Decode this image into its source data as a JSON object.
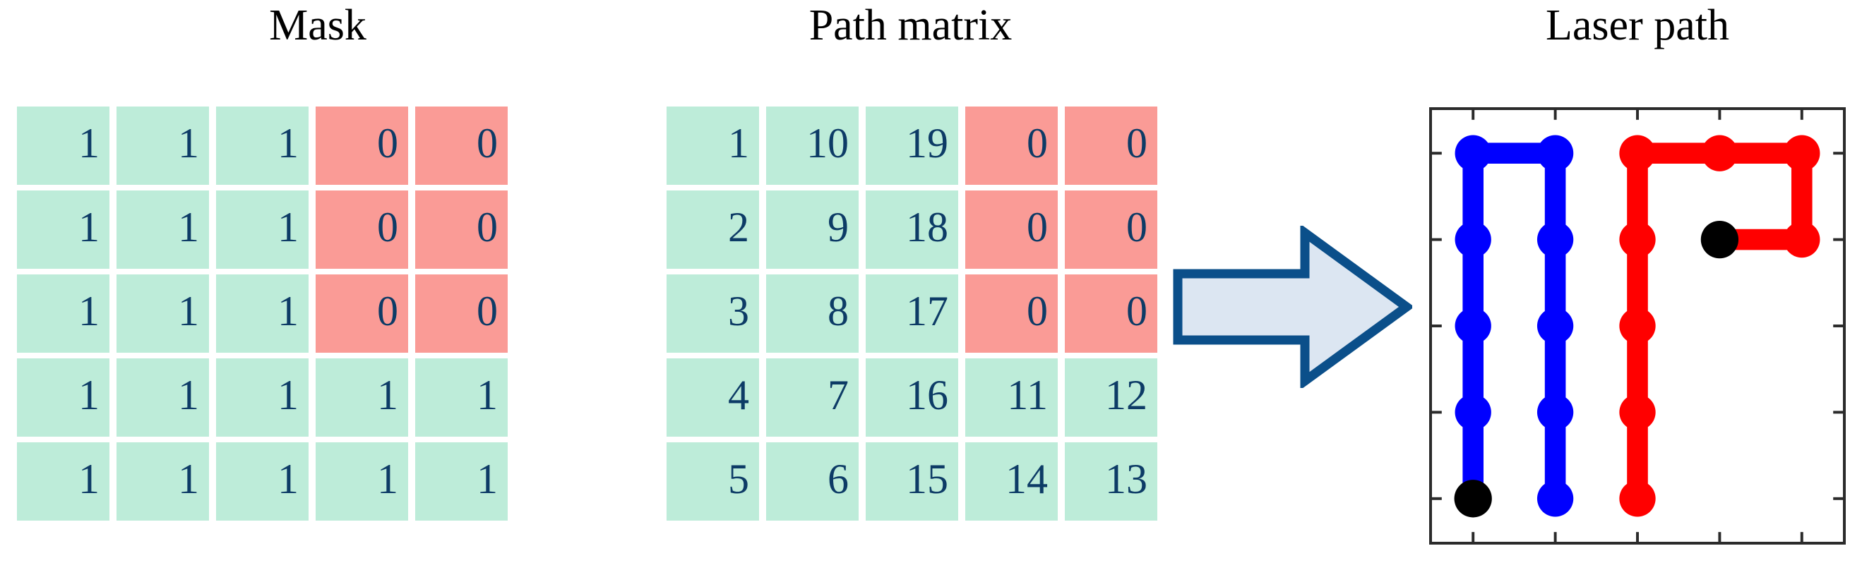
{
  "panels": {
    "mask": {
      "title": "Mask"
    },
    "path": {
      "title": "Path matrix"
    },
    "laser": {
      "title": "Laser path"
    }
  },
  "colors": {
    "cell_green": "#bdecd9",
    "cell_red": "#fa9b96",
    "cell_text": "#0d3b66",
    "title_text": "#000000",
    "arrow_fill": "#dce6f2",
    "arrow_stroke": "#0b4f8a",
    "laser_blue": "#0000ff",
    "laser_red": "#ff0000",
    "laser_black": "#000000",
    "axes_line": "#2b2b2b"
  },
  "arrow": {
    "icon": "right-arrow-icon",
    "direction": "right"
  },
  "chart_data": {
    "type": "table",
    "title": "Mask / Path matrix / Laser path",
    "grids": [
      {
        "name": "Mask",
        "rows": 5,
        "cols": 5,
        "values": [
          [
            1,
            1,
            1,
            0,
            0
          ],
          [
            1,
            1,
            1,
            0,
            0
          ],
          [
            1,
            1,
            1,
            0,
            0
          ],
          [
            1,
            1,
            1,
            1,
            1
          ],
          [
            1,
            1,
            1,
            1,
            1
          ]
        ],
        "cell_states": [
          [
            "g",
            "g",
            "g",
            "r",
            "r"
          ],
          [
            "g",
            "g",
            "g",
            "r",
            "r"
          ],
          [
            "g",
            "g",
            "g",
            "r",
            "r"
          ],
          [
            "g",
            "g",
            "g",
            "g",
            "g"
          ],
          [
            "g",
            "g",
            "g",
            "g",
            "g"
          ]
        ]
      },
      {
        "name": "Path matrix",
        "rows": 5,
        "cols": 5,
        "values": [
          [
            1,
            10,
            19,
            0,
            0
          ],
          [
            2,
            9,
            18,
            0,
            0
          ],
          [
            3,
            8,
            17,
            0,
            0
          ],
          [
            4,
            7,
            16,
            11,
            12
          ],
          [
            5,
            6,
            15,
            14,
            13
          ]
        ],
        "cell_states": [
          [
            "g",
            "g",
            "g",
            "r",
            "r"
          ],
          [
            "g",
            "g",
            "g",
            "r",
            "r"
          ],
          [
            "g",
            "g",
            "g",
            "r",
            "r"
          ],
          [
            "g",
            "g",
            "g",
            "g",
            "g"
          ],
          [
            "g",
            "g",
            "g",
            "g",
            "g"
          ]
        ]
      }
    ],
    "laser_path": {
      "type": "scatter",
      "xlim": [
        0.5,
        5.5
      ],
      "ylim": [
        0.5,
        5.5
      ],
      "grid": false,
      "xticks": [
        1,
        2,
        3,
        4,
        5
      ],
      "yticks": [
        1,
        2,
        3,
        4,
        5
      ],
      "tick_labels_visible": false,
      "series": [
        {
          "name": "blue-segment",
          "color": "#0000ff",
          "points": [
            [
              1,
              1
            ],
            [
              1,
              2
            ],
            [
              1,
              3
            ],
            [
              1,
              4
            ],
            [
              1,
              5
            ],
            [
              2,
              5
            ],
            [
              2,
              4
            ],
            [
              2,
              3
            ],
            [
              2,
              2
            ],
            [
              2,
              1
            ]
          ]
        },
        {
          "name": "red-segment",
          "color": "#ff0000",
          "points": [
            [
              3,
              1
            ],
            [
              3,
              2
            ],
            [
              3,
              3
            ],
            [
              3,
              4
            ],
            [
              3,
              5
            ],
            [
              4,
              5
            ],
            [
              5,
              5
            ],
            [
              5,
              4
            ],
            [
              4,
              4
            ]
          ]
        }
      ],
      "start_markers": [
        {
          "name": "start-marker-blue",
          "color": "#000000",
          "point": [
            1,
            1
          ]
        },
        {
          "name": "start-marker-red",
          "color": "#000000",
          "point": [
            4,
            4
          ]
        }
      ]
    }
  }
}
